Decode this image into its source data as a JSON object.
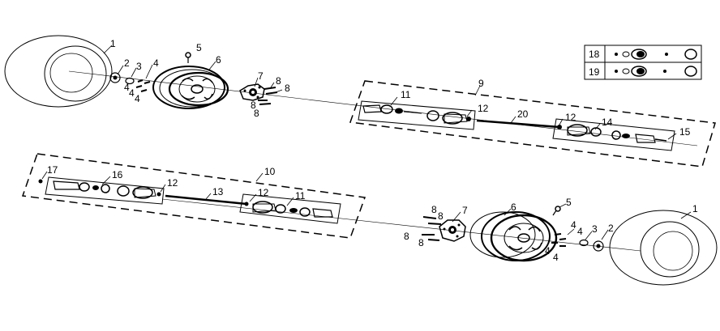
{
  "callouts": [
    "1",
    "2",
    "3",
    "4",
    "5",
    "6",
    "7",
    "8",
    "9",
    "10",
    "11",
    "12",
    "13",
    "14",
    "15",
    "16",
    "17",
    "18",
    "19",
    "20"
  ],
  "legend": {
    "row_a": "18",
    "row_b": "19"
  }
}
